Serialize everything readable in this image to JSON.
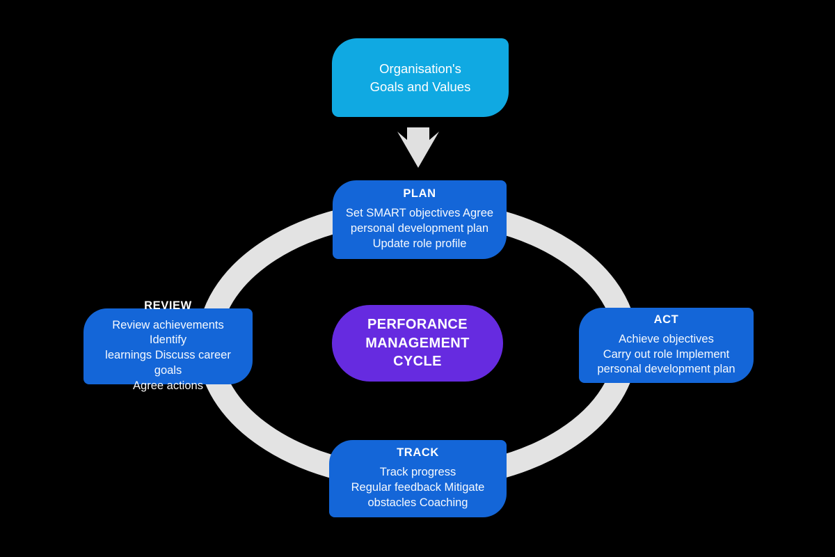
{
  "diagram": {
    "title": "Performance management cycle diagram",
    "colors": {
      "top_box": "#10A9E2",
      "stage_box": "#1466D8",
      "center_box": "#662BE0",
      "ring": "#E3E3E3",
      "arrow": "#E0E0E0",
      "text": "#FFFFFF",
      "background": "#000000"
    },
    "org_box": {
      "lines": [
        "Organisation's",
        "Goals and Values"
      ]
    },
    "center_box": {
      "lines": [
        "PERFORANCE",
        "MANAGEMENT",
        "CYCLE"
      ]
    },
    "stages": {
      "plan": {
        "title": "PLAN",
        "lines": [
          "Set SMART objectives Agree",
          "personal development plan",
          "Update role profile"
        ]
      },
      "act": {
        "title": "ACT",
        "lines": [
          "Achieve objectives",
          "Carry out role Implement",
          "personal development plan"
        ]
      },
      "track": {
        "title": "TRACK",
        "lines": [
          "Track progress",
          "Regular feedback Mitigate",
          "obstacles Coaching"
        ]
      },
      "review": {
        "title": "REVIEW",
        "lines": [
          "Review achievements Identify",
          "learnings Discuss career goals",
          "Agree actions"
        ]
      }
    }
  }
}
